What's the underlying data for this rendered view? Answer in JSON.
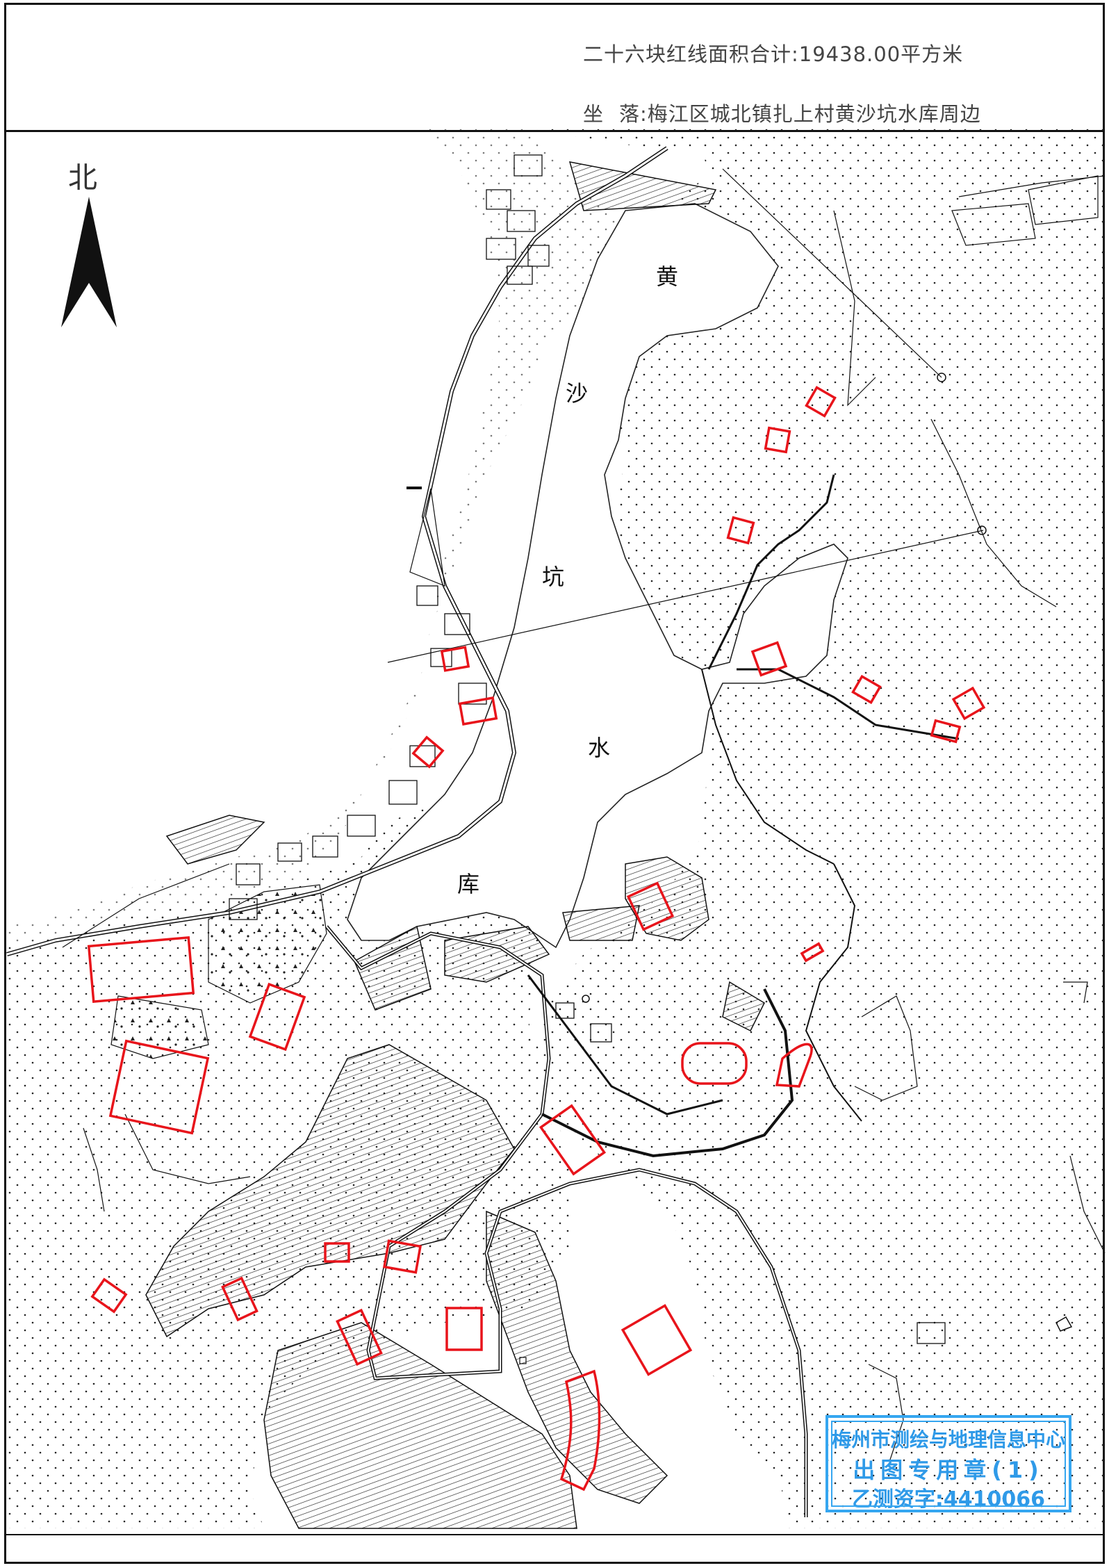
{
  "header": {
    "area_total": "二十六块红线面积合计:19438.00平方米",
    "location_prefix": "坐",
    "location_text": "落:梅江区城北镇扎上村黄沙坑水库周边"
  },
  "map": {
    "north_label": "北",
    "lake_chars": [
      "黄",
      "沙",
      "坑",
      "水",
      "库"
    ],
    "colors": {
      "parcel_outline": "#e8141b",
      "linework": "#111111",
      "stamp": "#35a6f0"
    }
  },
  "stamp": {
    "line1": "梅州市测绘与地理信息中心",
    "line2": "出图专用章(1)",
    "line3": "乙测资字:4410066"
  }
}
